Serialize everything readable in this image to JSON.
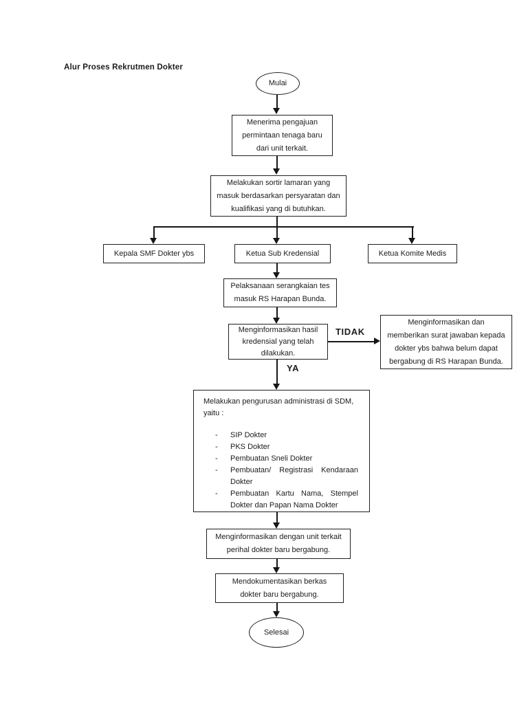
{
  "page": {
    "title": "Alur Proses Rekrutmen Dokter"
  },
  "flow": {
    "start_label": "Mulai",
    "end_label": "Selesai",
    "step_receive_request": "Menerima pengajuan permintaan tenaga baru dari unit terkait.",
    "step_sort_applications": "Melakukan sortir lamaran yang masuk berdasarkan persyaratan dan kualifikasi yang di butuhkan.",
    "reviewers": [
      "Kepala SMF Dokter ybs",
      "Ketua Sub Kredensial",
      "Ketua Komite Medis"
    ],
    "step_entrance_tests": "Pelaksanaan serangkaian tes masuk RS Harapan Bunda.",
    "step_inform_credential_result": "Menginformasikan hasil kredensial yang telah dilakukan.",
    "label_no": "TIDAK",
    "label_yes": "YA",
    "step_reject_letter": "Menginformasikan dan memberikan surat jawaban kepada dokter ybs bahwa belum dapat bergabung di RS Harapan Bunda.",
    "admin": {
      "intro_line1": "Melakukan pengurusan administrasi di SDM,",
      "intro_line2": "yaitu :",
      "bullet": "-",
      "items": [
        "SIP Dokter",
        "PKS Dokter",
        "Pembuatan Sneli Dokter",
        "Pembuatan/ Registrasi Kendaraan Dokter",
        "Pembuatan Kartu Nama, Stempel Dokter dan Papan Nama Dokter"
      ]
    },
    "step_inform_related_unit": "Menginformasikan dengan unit terkait perihal dokter baru bergabung.",
    "step_document_files": "Mendokumentasikan berkas dokter baru bergabung."
  }
}
